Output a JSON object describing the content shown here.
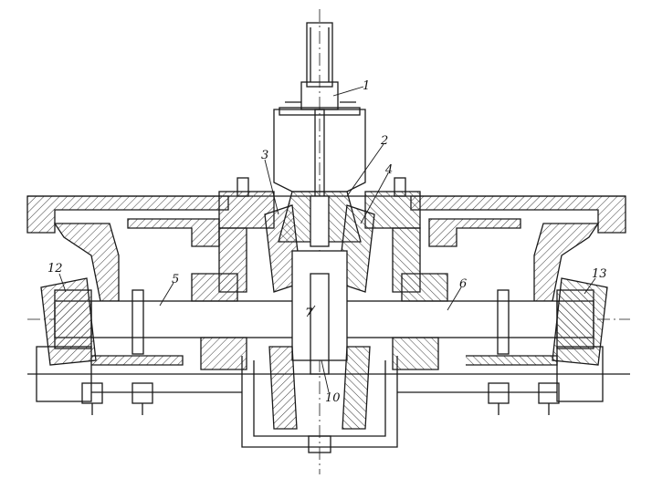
{
  "callouts": [
    "1",
    "2",
    "3",
    "4",
    "5",
    "6",
    "7",
    "10",
    "12",
    "13"
  ],
  "colors": {
    "ink": "#1a1a1a",
    "hatch": "#3a3a3a",
    "paper": "#ffffff"
  }
}
